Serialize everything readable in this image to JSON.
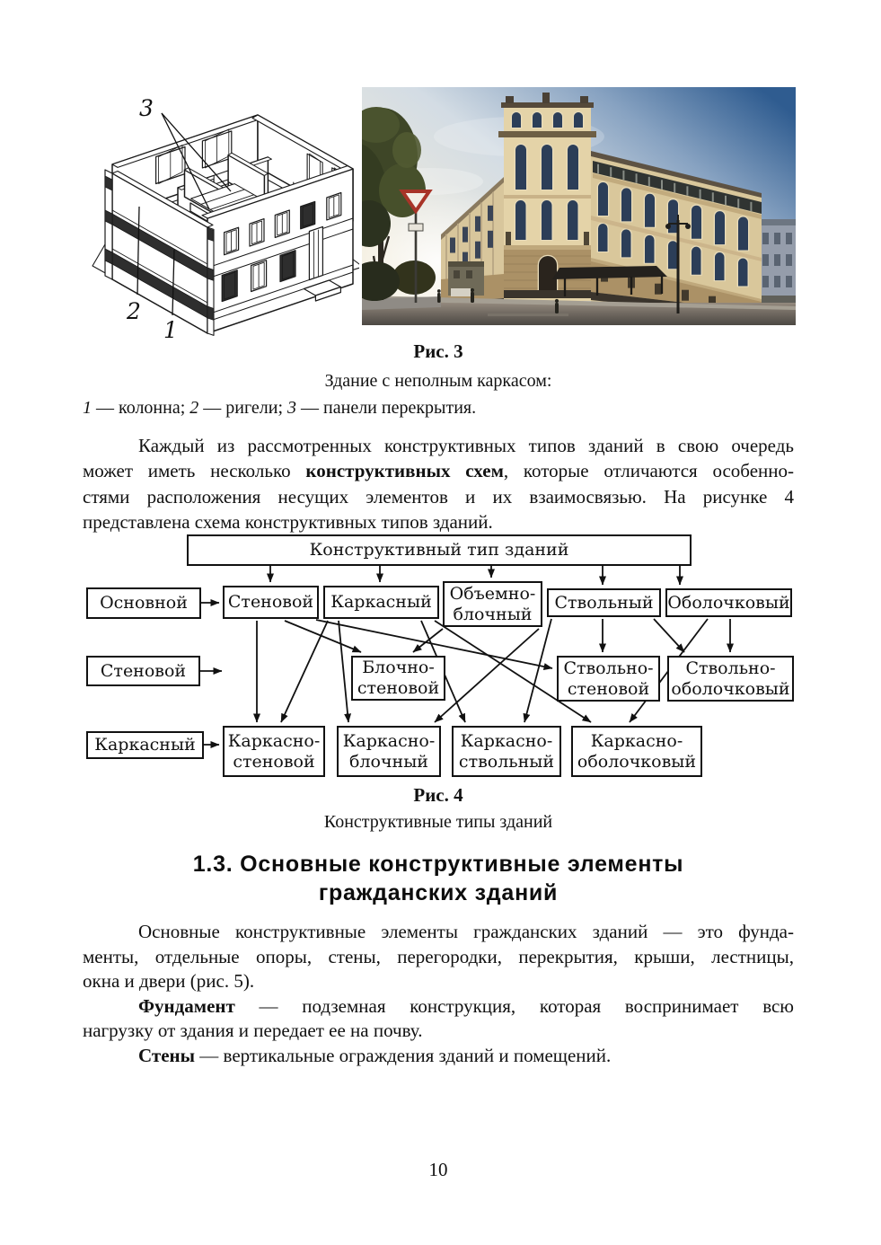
{
  "page": {
    "background": "#ffffff",
    "text_color": "#111111",
    "number": "10"
  },
  "figure3": {
    "label": "Рис. 3",
    "subtitle": "Здание с неполным каркасом:",
    "legend": {
      "n1": "1",
      "t1": " — колонна; ",
      "n2": "2",
      "t2": " — ригели; ",
      "n3": "3",
      "t3": " — панели перекрытия."
    },
    "drawing_labels": {
      "l1": "1",
      "l2": "2",
      "l3": "3"
    }
  },
  "intro": {
    "line1": "Каждый из рассмотренных конструктивных типов зданий в свою очередь",
    "line2_pre": "может иметь несколько ",
    "line2_bold": "конструктивных схем",
    "line2_post": ", которые отличаются особенно-",
    "line3": "стями расположения несущих элементов и их взаимосвязью. На рисунке 4",
    "line4": "представлена схема конструктивных типов зданий."
  },
  "diagram": {
    "root": "Конструктивный тип зданий",
    "row_labels": [
      "Основной",
      "Стеновой",
      "Каркасный"
    ],
    "types": [
      "Стеновой",
      "Каркасный",
      "Объемно-блочный",
      "Ствольный",
      "Оболочковый"
    ],
    "schemes": [
      "Блочно-стеновой",
      "Ствольно-стеновой",
      "Ствольно-оболочковый",
      "Каркасно-стеновой",
      "Каркасно-блочный",
      "Каркасно-ствольный",
      "Каркасно-оболочковый"
    ]
  },
  "figure4": {
    "label": "Рис. 4",
    "subtitle": "Конструктивные типы зданий"
  },
  "section": {
    "line1": "1.3. Основные конструктивные элементы",
    "line2": "гражданских зданий"
  },
  "body": {
    "p1_l1": "Основные конструктивные элементы гражданских зданий — это фунда-",
    "p1_l2": "менты, отдельные опоры, стены, перегородки, перекрытия, крыши, лестницы,",
    "p1_l3": "окна и двери (рис. 5).",
    "p2_bold": "Фундамент",
    "p2_l1": " — подземная конструкция, которая воспринимает всю",
    "p2_l2": "нагрузку от здания и передает ее на почву.",
    "p3_bold": "Стены",
    "p3_l1": " — вертикальные ограждения зданий и помещений."
  }
}
